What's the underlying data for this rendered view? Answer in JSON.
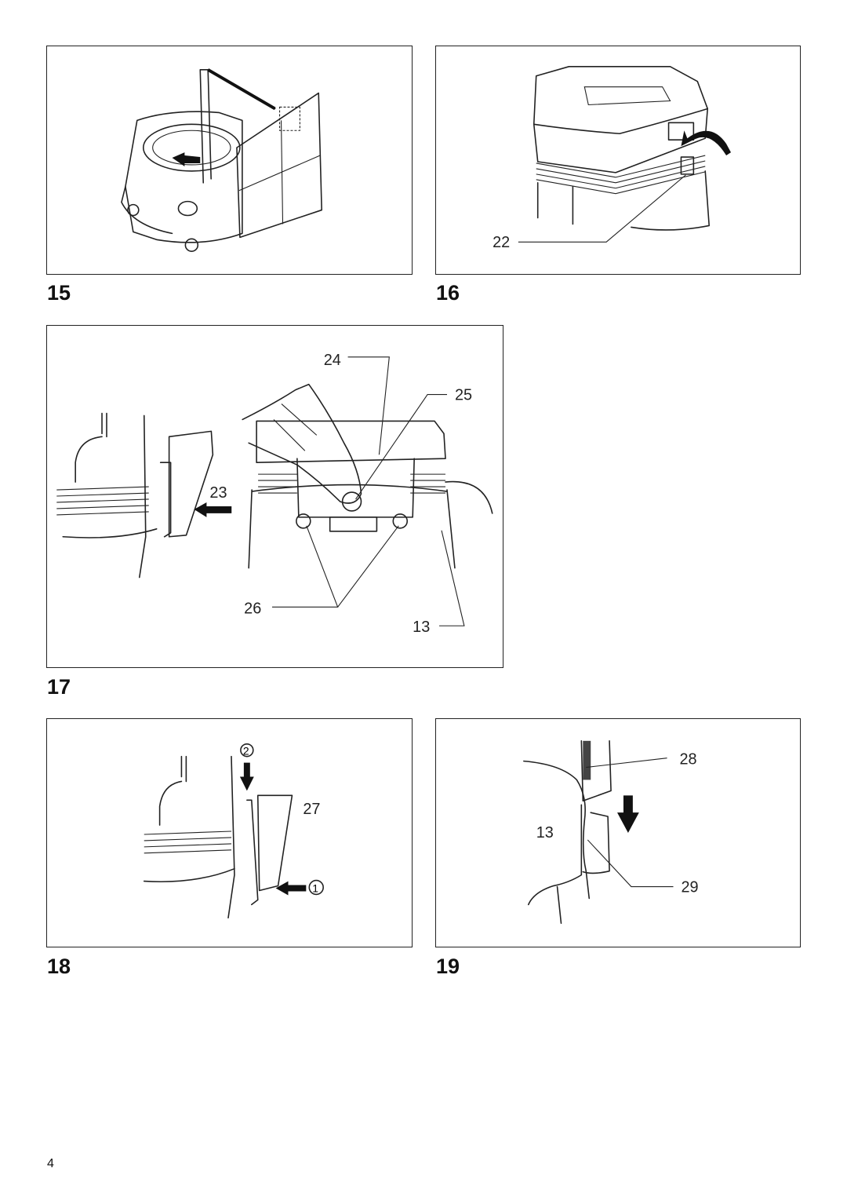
{
  "figures": [
    {
      "number": "15",
      "callouts": []
    },
    {
      "number": "16",
      "callouts": [
        "22"
      ]
    },
    {
      "number": "17",
      "callouts": [
        "24",
        "25",
        "23",
        "26",
        "13"
      ]
    },
    {
      "number": "18",
      "callouts": [
        "2",
        "27",
        "1"
      ]
    },
    {
      "number": "19",
      "callouts": [
        "28",
        "13",
        "29"
      ]
    }
  ],
  "page_number": "4",
  "icons": {
    "fig15": "vacuum-filter-bag-illustration",
    "fig16": "vacuum-lid-illustration",
    "fig17": "filter-cassette-hand-illustration",
    "fig18": "filter-cassette-install-illustration",
    "fig19": "latch-slide-illustration"
  }
}
